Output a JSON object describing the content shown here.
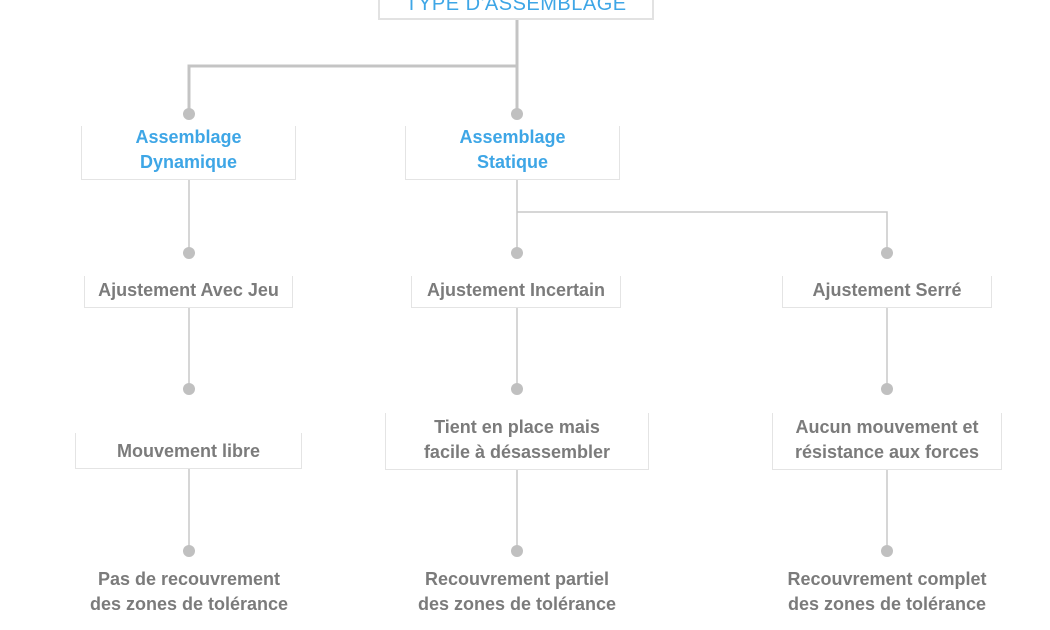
{
  "title": "TYPE D'ASSEMBLAGE",
  "colors": {
    "accent": "#3ea6e6",
    "text": "#7b7b7b",
    "connector": "#c4c4c4",
    "dot": "#c0c0c0"
  },
  "nodes": {
    "dynamique": [
      "Assemblage",
      "Dynamique"
    ],
    "statique": [
      "Assemblage",
      "Statique"
    ],
    "avec_jeu": [
      "Ajustement Avec Jeu"
    ],
    "incertain": [
      "Ajustement Incertain"
    ],
    "serre": [
      "Ajustement Serré"
    ],
    "mouvement_libre": [
      "Mouvement libre"
    ],
    "tient_en_place": [
      "Tient en place mais",
      "facile à désassembler"
    ],
    "aucun_mouvement": [
      "Aucun mouvement et",
      "résistance aux forces"
    ],
    "pas_recouvrement": [
      "Pas de recouvrement",
      "des zones de tolérance"
    ],
    "recouvrement_partiel": [
      "Recouvrement partiel",
      "des zones de tolérance"
    ],
    "recouvrement_complet": [
      "Recouvrement complet",
      "des zones de tolérance"
    ]
  }
}
